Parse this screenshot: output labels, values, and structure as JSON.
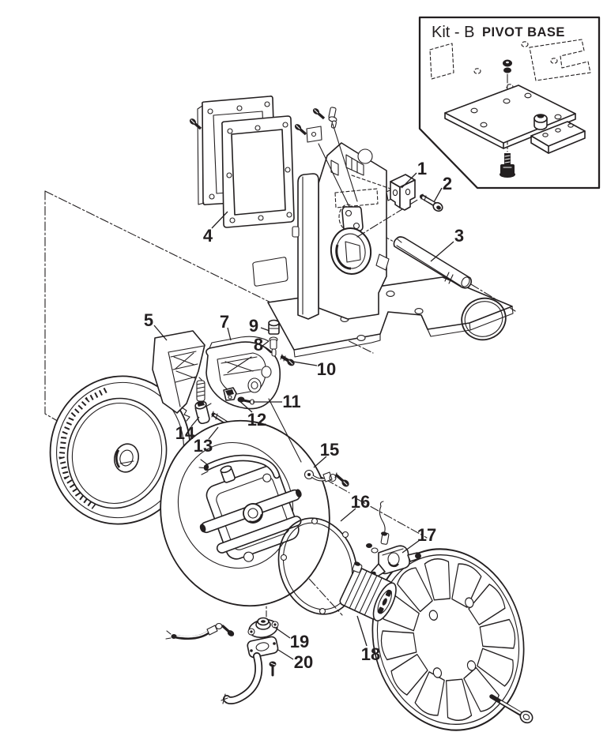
{
  "figure_type": "exploded-parts-diagram",
  "inset": {
    "kit_label": "Kit - B",
    "kit_name": "PIVOT BASE"
  },
  "colors": {
    "line": "#231f20",
    "background": "#ffffff"
  },
  "callouts": [
    {
      "num": "1"
    },
    {
      "num": "2"
    },
    {
      "num": "3"
    },
    {
      "num": "4"
    },
    {
      "num": "5"
    },
    {
      "num": "7"
    },
    {
      "num": "8"
    },
    {
      "num": "9"
    },
    {
      "num": "10"
    },
    {
      "num": "11"
    },
    {
      "num": "12"
    },
    {
      "num": "13"
    },
    {
      "num": "14"
    },
    {
      "num": "15"
    },
    {
      "num": "16"
    },
    {
      "num": "17"
    },
    {
      "num": "18"
    },
    {
      "num": "19"
    },
    {
      "num": "20"
    }
  ]
}
